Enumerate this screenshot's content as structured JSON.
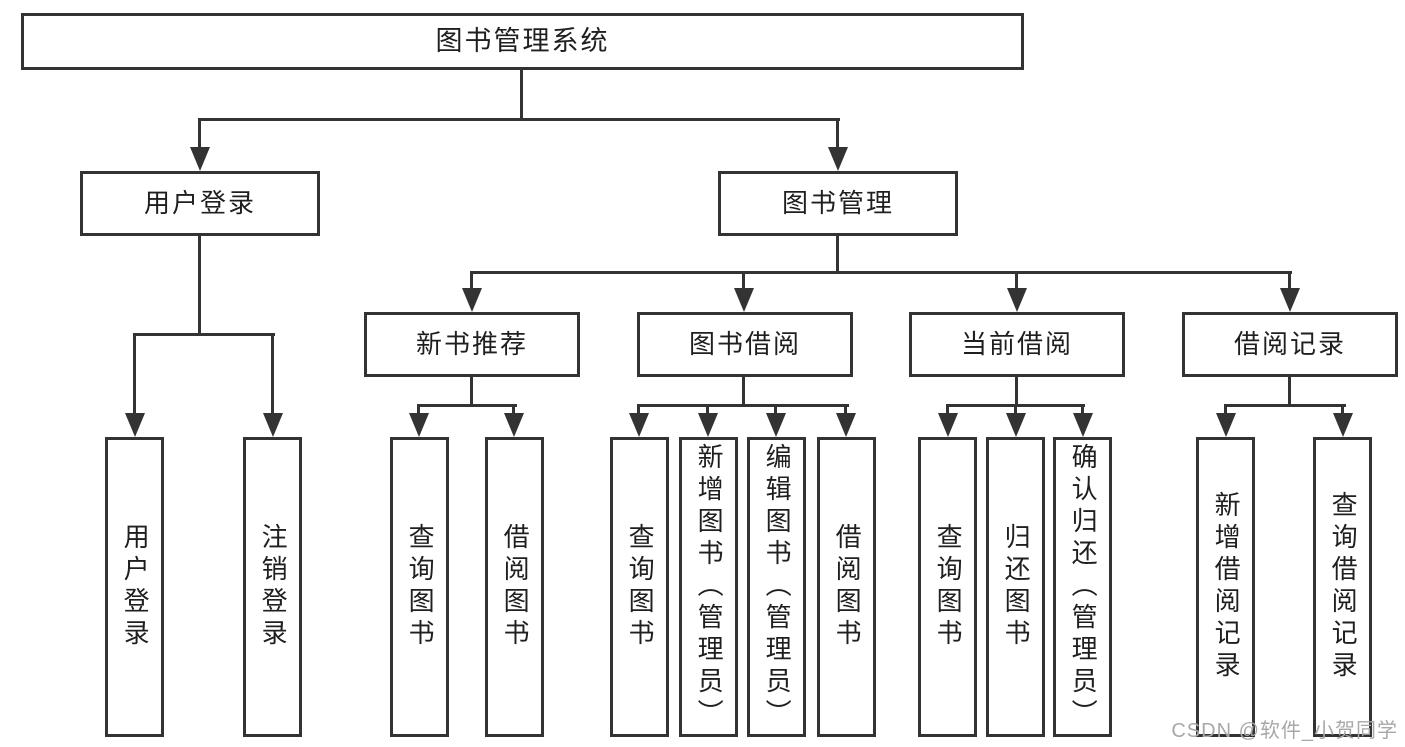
{
  "diagram_type": "tree",
  "tree": {
    "label": "图书管理系统",
    "children": [
      {
        "label": "用户登录",
        "children": [
          {
            "label": "用户登录"
          },
          {
            "label": "注销登录"
          }
        ]
      },
      {
        "label": "图书管理",
        "children": [
          {
            "label": "新书推荐",
            "children": [
              {
                "label": "查询图书"
              },
              {
                "label": "借阅图书"
              }
            ]
          },
          {
            "label": "图书借阅",
            "children": [
              {
                "label": "查询图书"
              },
              {
                "label": "新增图书（管理员）"
              },
              {
                "label": "编辑图书（管理员）"
              },
              {
                "label": "借阅图书"
              }
            ]
          },
          {
            "label": "当前借阅",
            "children": [
              {
                "label": "查询图书"
              },
              {
                "label": "归还图书"
              },
              {
                "label": "确认归还（管理员）"
              }
            ]
          },
          {
            "label": "借阅记录",
            "children": [
              {
                "label": "新增借阅记录"
              },
              {
                "label": "查询借阅记录"
              }
            ]
          }
        ]
      }
    ]
  },
  "watermark": "CSDN @软件_小贺同学",
  "colors": {
    "line": "#333333",
    "text": "#1f1f1f",
    "watermark": "#a8a8a8",
    "background": "#ffffff"
  }
}
